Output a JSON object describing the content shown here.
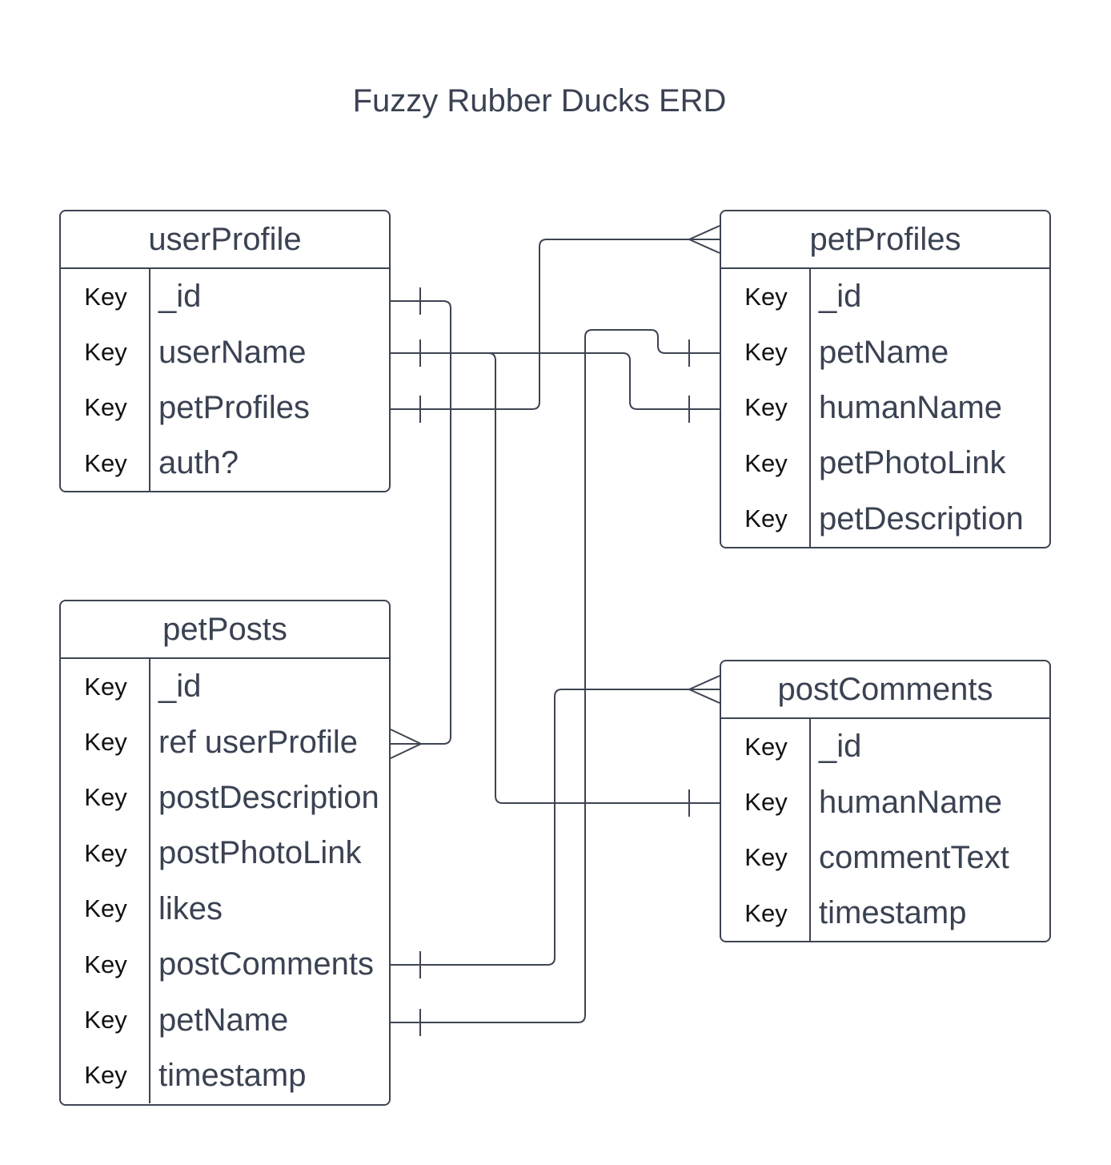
{
  "title": "Fuzzy Rubber Ducks ERD",
  "entities": {
    "userProfile": {
      "name": "userProfile",
      "rows": [
        {
          "key": "Key",
          "field": "_id"
        },
        {
          "key": "Key",
          "field": "userName"
        },
        {
          "key": "Key",
          "field": "petProfiles"
        },
        {
          "key": "Key",
          "field": "auth?"
        }
      ]
    },
    "petProfiles": {
      "name": "petProfiles",
      "rows": [
        {
          "key": "Key",
          "field": "_id"
        },
        {
          "key": "Key",
          "field": "petName"
        },
        {
          "key": "Key",
          "field": "humanName"
        },
        {
          "key": "Key",
          "field": "petPhotoLink"
        },
        {
          "key": "Key",
          "field": "petDescription"
        }
      ]
    },
    "petPosts": {
      "name": "petPosts",
      "rows": [
        {
          "key": "Key",
          "field": "_id"
        },
        {
          "key": "Key",
          "field": "ref userProfile"
        },
        {
          "key": "Key",
          "field": "postDescription"
        },
        {
          "key": "Key",
          "field": "postPhotoLink"
        },
        {
          "key": "Key",
          "field": "likes"
        },
        {
          "key": "Key",
          "field": "postComments"
        },
        {
          "key": "Key",
          "field": "petName"
        },
        {
          "key": "Key",
          "field": "timestamp"
        }
      ]
    },
    "postComments": {
      "name": "postComments",
      "rows": [
        {
          "key": "Key",
          "field": "_id"
        },
        {
          "key": "Key",
          "field": "humanName"
        },
        {
          "key": "Key",
          "field": "commentText"
        },
        {
          "key": "Key",
          "field": "timestamp"
        }
      ]
    }
  },
  "colors": {
    "line": "#3d4453",
    "text": "#3a4252",
    "key_text": "#111111",
    "background": "#ffffff"
  }
}
